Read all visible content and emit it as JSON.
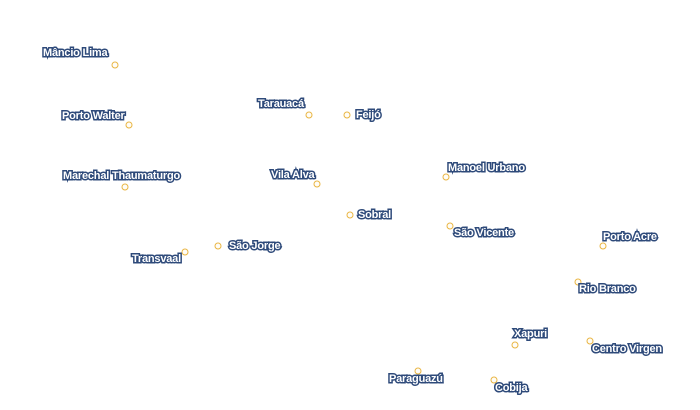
{
  "colors": {
    "label_text": "#ffffff",
    "label_halo": "#2e4a7a",
    "marker_stroke": "#e9b542",
    "marker_fill": "#fffdf7",
    "background": "#ffffff"
  },
  "places": [
    {
      "name": "Mâncio Lima"
    },
    {
      "name": "Porto Walter"
    },
    {
      "name": "Tarauacá"
    },
    {
      "name": "Feijó"
    },
    {
      "name": "Marechal Thaumaturgo"
    },
    {
      "name": "Vila Alva"
    },
    {
      "name": "Manoel Urbano"
    },
    {
      "name": "Sobral"
    },
    {
      "name": "São Vicente"
    },
    {
      "name": "Transvaal"
    },
    {
      "name": "São Jorge"
    },
    {
      "name": "Porto Acre"
    },
    {
      "name": "Rio Branco"
    },
    {
      "name": "Xapuri"
    },
    {
      "name": "Centro Virgen"
    },
    {
      "name": "Paraguazú"
    },
    {
      "name": "Cobija"
    }
  ]
}
